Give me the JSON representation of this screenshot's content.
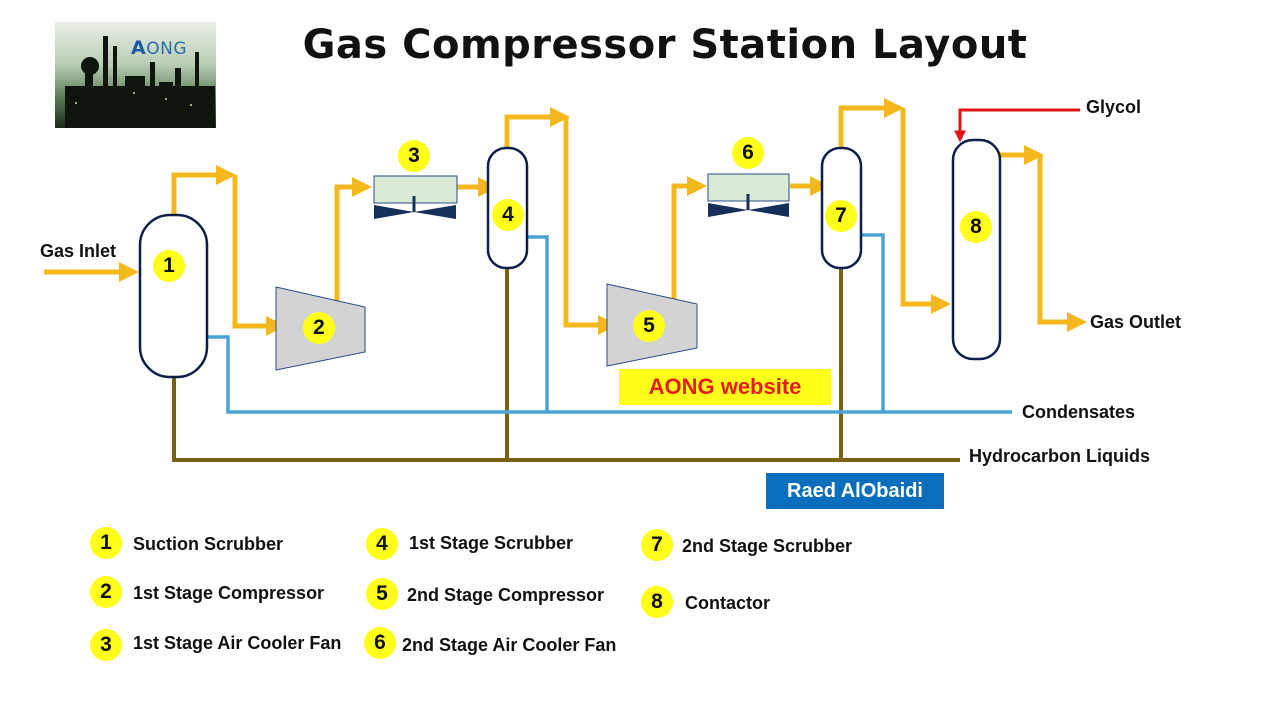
{
  "title": "Gas Compressor Station Layout",
  "logo": {
    "brand": "ONG",
    "letter": "A",
    "description_icon": "refinery-photo"
  },
  "labels": {
    "gas_inlet": "Gas Inlet",
    "glycol": "Glycol",
    "gas_outlet": "Gas Outlet",
    "condensates": "Condensates",
    "hydrocarbon_liquids": "Hydrocarbon Liquids"
  },
  "badges": {
    "website": "AONG website",
    "author": "Raed AlObaidi"
  },
  "equipment_numbers": [
    "1",
    "2",
    "3",
    "4",
    "5",
    "6",
    "7",
    "8"
  ],
  "legend": [
    {
      "num": "1",
      "text": "Suction Scrubber"
    },
    {
      "num": "2",
      "text": "1st Stage Compressor"
    },
    {
      "num": "3",
      "text": "1st Stage Air Cooler Fan"
    },
    {
      "num": "4",
      "text": "1st Stage Scrubber"
    },
    {
      "num": "5",
      "text": "2nd Stage Compressor"
    },
    {
      "num": "6",
      "text": "2nd Stage Air Cooler Fan"
    },
    {
      "num": "7",
      "text": "2nd Stage Scrubber"
    },
    {
      "num": "8",
      "text": "Contactor"
    }
  ],
  "colors": {
    "gas_line": "#f5b81c",
    "condensate_line": "#4aa3d6",
    "hydrocarbon_line": "#7a6214",
    "glycol_line": "#e01515",
    "number_badge": "#ffff1a",
    "fan_blade": "#17305a",
    "cooler_fill": "#d8ead3",
    "compressor_fill": "#d3d3d3"
  }
}
